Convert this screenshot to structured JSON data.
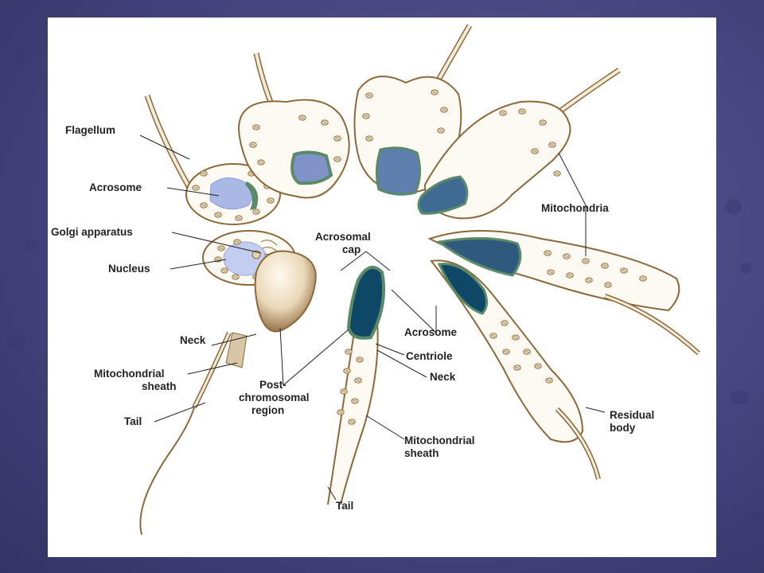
{
  "colors": {
    "background": "#45457f",
    "outline": "#8a6a3c",
    "cytoplasm": "#fdfaf3",
    "mitochondria": "#d8c6a6",
    "nucleus_light": "#b8c4ea",
    "nucleus_mid": "#7f93c8",
    "nucleus_dark": "#2f5a7e",
    "nucleus_darkest": "#0e4866",
    "acrosome": "#5b8a6a",
    "head": "#e7d3b3"
  },
  "labels": {
    "flagellum": "Flagellum",
    "acrosome_left": "Acrosome",
    "golgi": "Golgi apparatus",
    "nucleus": "Nucleus",
    "neck_left": "Neck",
    "mito_sheath_left_1": "Mitochondrial",
    "mito_sheath_left_2": "sheath",
    "tail_left": "Tail",
    "post_1": "Post-",
    "post_2": "chromosomal",
    "post_3": "region",
    "acrosomal_cap_1": "Acrosomal",
    "acrosomal_cap_2": "cap",
    "acrosome_right": "Acrosome",
    "centriole": "Centriole",
    "neck_right": "Neck",
    "mito_sheath_right_1": "Mitochondrial",
    "mito_sheath_right_2": "sheath",
    "tail_right": "Tail",
    "mitochondria": "Mitochondria",
    "residual_1": "Residual",
    "residual_2": "body"
  }
}
